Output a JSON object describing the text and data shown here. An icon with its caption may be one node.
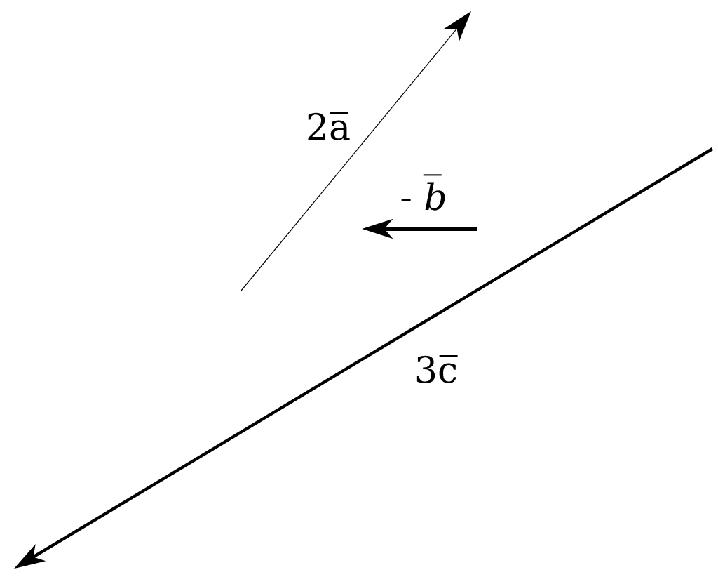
{
  "diagram": {
    "labels": [
      "2a̅",
      "- *b̅*",
      "3c̅"
    ]
  }
}
